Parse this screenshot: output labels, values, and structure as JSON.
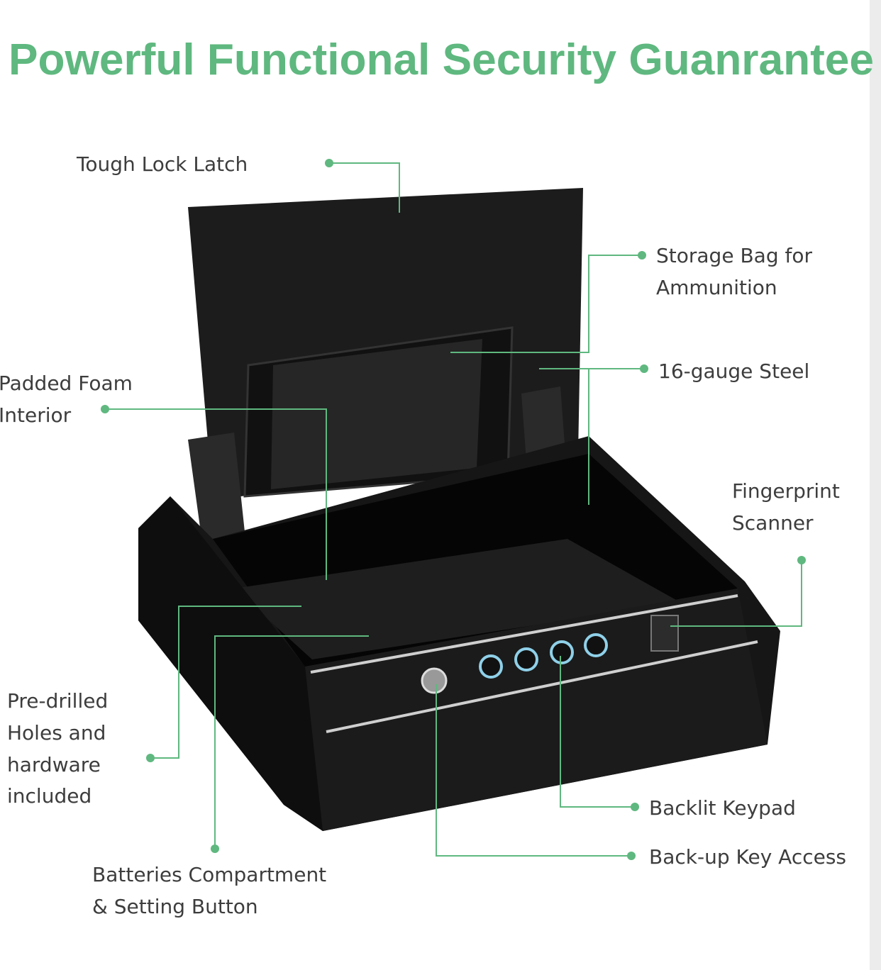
{
  "title": "Powerful Functional Security Guanrantee",
  "accent_color": "#5fb87f",
  "callouts": {
    "lock_latch": [
      "Tough Lock Latch"
    ],
    "storage_bag": [
      "Storage Bag for",
      "Ammunition"
    ],
    "steel": [
      "16-gauge Steel"
    ],
    "padded_foam": [
      "Padded Foam",
      "Interior"
    ],
    "fingerprint": [
      "Fingerprint",
      "Scanner"
    ],
    "predrilled": [
      "Pre-drilled",
      "Holes and",
      "hardware",
      "included"
    ],
    "batteries": [
      "Batteries Compartment",
      "& Setting Button"
    ],
    "keypad": [
      "Backlit Keypad"
    ],
    "backup_key": [
      "Back-up Key Access"
    ]
  }
}
